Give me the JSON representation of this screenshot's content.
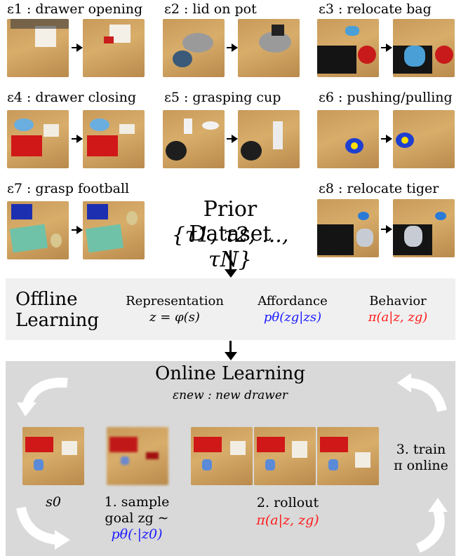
{
  "tasks": [
    {
      "label": "ε1 : drawer opening"
    },
    {
      "label": "ε2 : lid on pot"
    },
    {
      "label": "ε3 : relocate bag"
    },
    {
      "label": "ε4 : drawer closing"
    },
    {
      "label": "ε5 : grasping cup"
    },
    {
      "label": "ε6 : pushing/pulling"
    },
    {
      "label": "ε7 : grasp football"
    },
    {
      "label": "ε8 : relocate tiger"
    }
  ],
  "prior": {
    "title": "Prior Dataset",
    "set": "{τ1, τ2, ..., τN}"
  },
  "offline": {
    "title_line1": "Offline",
    "title_line2": "Learning",
    "representation_label": "Representation",
    "representation_formula": "z = φ(s)",
    "affordance_label": "Affordance",
    "affordance_formula": "pθ(zg|zs)",
    "behavior_label": "Behavior",
    "behavior_formula": "π(a|z, zg)"
  },
  "online": {
    "title": "Online Learning",
    "subtitle": "εnew : new drawer",
    "s0": "s0",
    "step1_line1": "1. sample",
    "step1_line2": "goal zg ∼",
    "step1_formula": "pθ(·|z0)",
    "step2_line1": "2. rollout",
    "step2_formula": "π(a|z, zg)",
    "step3_line1": "3. train",
    "step3_line2": "π online"
  },
  "colors": {
    "affordance": "#1a1aff",
    "behavior": "#ff1a1a",
    "offline_band": "#f0f0f0",
    "online_band": "#d9d9d9"
  }
}
